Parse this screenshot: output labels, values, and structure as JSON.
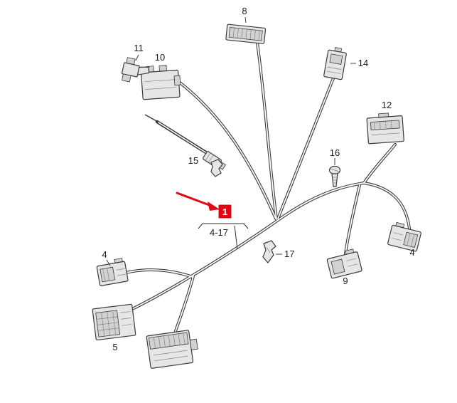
{
  "diagram": {
    "background": "#ffffff",
    "wire_color": "#3a3a3a",
    "highlight_color": "#e30613",
    "callout": {
      "number": "1",
      "range": "4-17"
    },
    "labels": {
      "p4_left": "4",
      "p4_right": "4",
      "p5": "5",
      "p8": "8",
      "p9": "9",
      "p10": "10",
      "p11": "11",
      "p12": "12",
      "p14": "14",
      "p15": "15",
      "p16": "16",
      "p17": "17"
    }
  }
}
